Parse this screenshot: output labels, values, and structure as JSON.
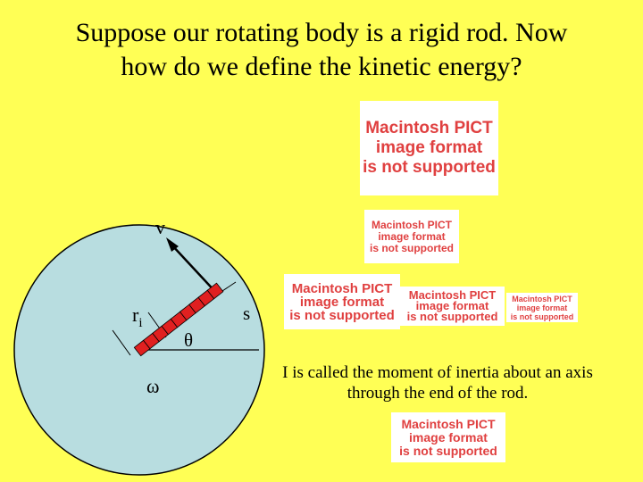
{
  "slide": {
    "title_line1": "Suppose our rotating body is a rigid rod. Now",
    "title_line2": "how do we define the kinetic energy?",
    "caption_line1": "I is called the moment of inertia about an axis",
    "caption_line2": "through the end of the rod."
  },
  "diagram": {
    "label_v": "v",
    "label_r": "r",
    "label_r_sub": "i",
    "label_s": "s",
    "label_theta": "θ",
    "label_omega": "ω"
  },
  "pict_placeholder": {
    "line1": "Macintosh PICT",
    "line2": "image format",
    "line3": "is not supported"
  },
  "colors": {
    "background": "#ffff55",
    "disk": "#b8dde0",
    "rod": "#e02020",
    "placeholder_text": "#e04040"
  }
}
